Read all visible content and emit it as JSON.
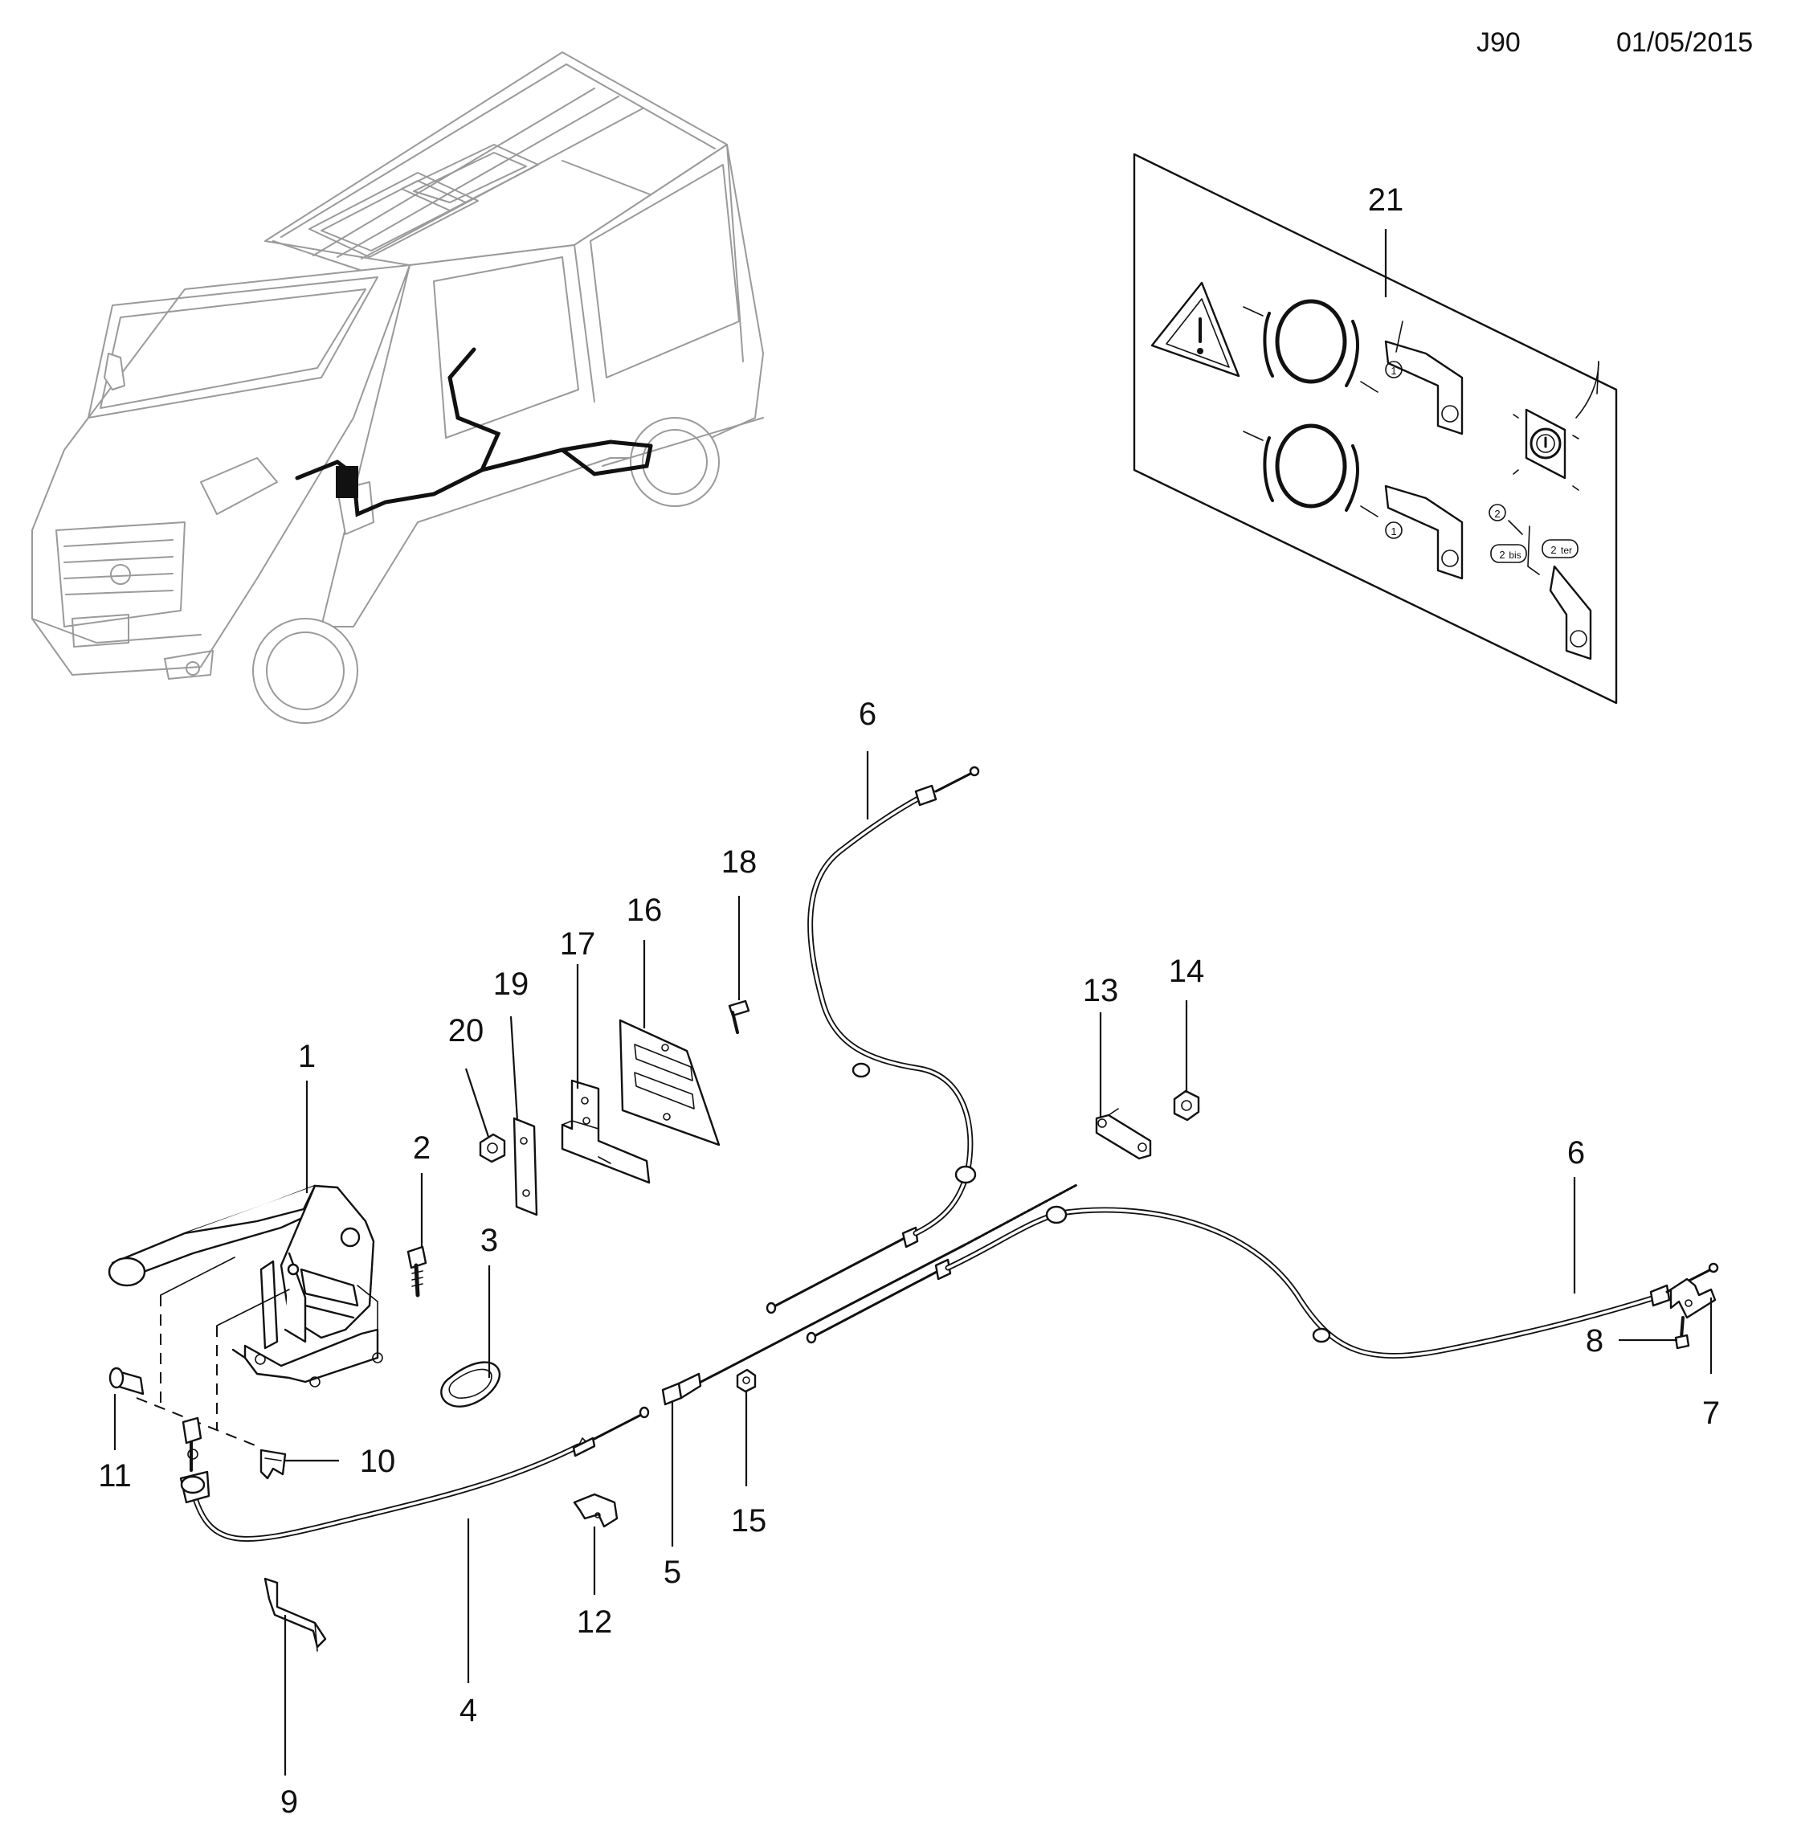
{
  "header": {
    "code": "J90",
    "date": "01/05/2015"
  },
  "callouts": [
    {
      "id": "1",
      "label": "1"
    },
    {
      "id": "2",
      "label": "2"
    },
    {
      "id": "3",
      "label": "3"
    },
    {
      "id": "4",
      "label": "4"
    },
    {
      "id": "5",
      "label": "5"
    },
    {
      "id": "6a",
      "label": "6"
    },
    {
      "id": "6b",
      "label": "6"
    },
    {
      "id": "7",
      "label": "7"
    },
    {
      "id": "8",
      "label": "8"
    },
    {
      "id": "9",
      "label": "9"
    },
    {
      "id": "10",
      "label": "10"
    },
    {
      "id": "11",
      "label": "11"
    },
    {
      "id": "12",
      "label": "12"
    },
    {
      "id": "13",
      "label": "13"
    },
    {
      "id": "14",
      "label": "14"
    },
    {
      "id": "15",
      "label": "15"
    },
    {
      "id": "16",
      "label": "16"
    },
    {
      "id": "17",
      "label": "17"
    },
    {
      "id": "18",
      "label": "18"
    },
    {
      "id": "19",
      "label": "19"
    },
    {
      "id": "20",
      "label": "20"
    },
    {
      "id": "21",
      "label": "21"
    }
  ],
  "label_sheet": {
    "step_marks": [
      "1",
      "1",
      "2",
      "2",
      "2"
    ],
    "step_suffix_a": "bis",
    "step_suffix_b": "ter"
  }
}
